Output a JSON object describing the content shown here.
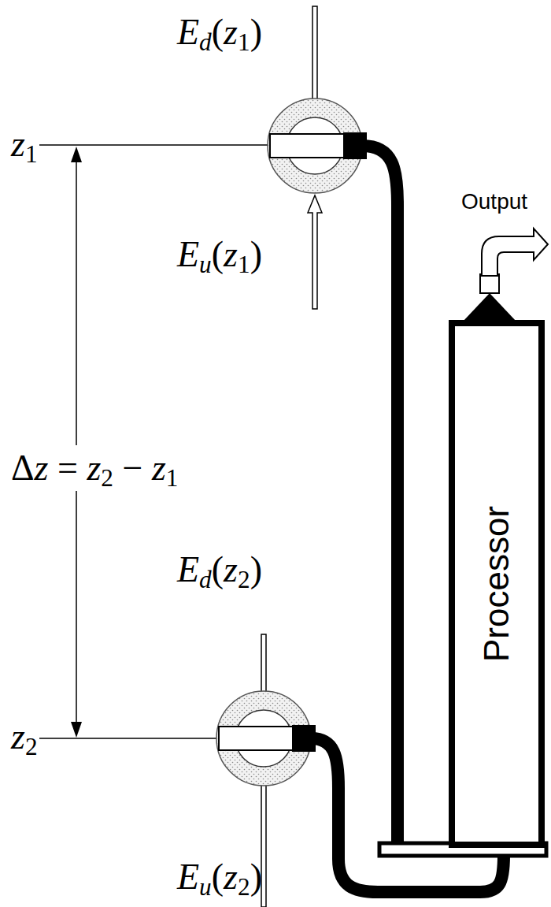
{
  "diagram": {
    "nodes": [
      {
        "text": [
          "Processor"
        ]
      }
    ],
    "labels": [
      "Ed(z1)",
      "z1",
      "Eu(z1)",
      "Δz = z2 − z1",
      "Ed(z2)",
      "z2",
      "Eu(z2)",
      "Output"
    ]
  }
}
